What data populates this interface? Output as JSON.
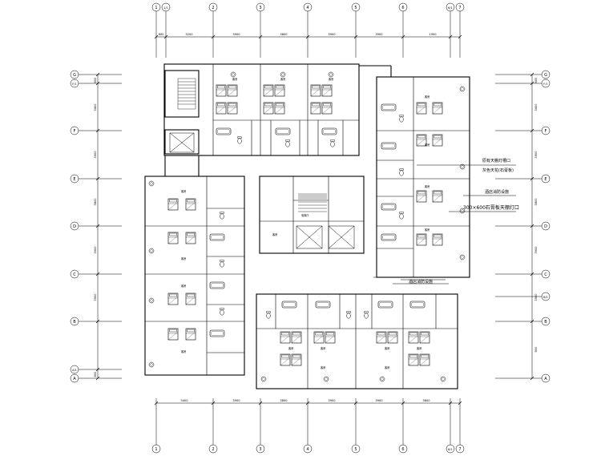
{
  "drawing": {
    "grid_top": [
      "1",
      "1/1",
      "2",
      "3",
      "4",
      "5",
      "6",
      "6/1",
      "7"
    ],
    "grid_bottom": [
      "1",
      "2",
      "3",
      "4",
      "5",
      "6",
      "6/1",
      "7"
    ],
    "grid_left": [
      "G",
      "F/1",
      "F",
      "E",
      "D",
      "C",
      "B",
      "A/1",
      "A"
    ],
    "grid_right": [
      "G",
      "F/1",
      "F",
      "E",
      "D",
      "C",
      "B/1",
      "B",
      "A"
    ],
    "dims_top": [
      "800",
      "3200",
      "3900",
      "3800",
      "3900",
      "3900",
      "1900"
    ],
    "dims_bottom": [
      "3400",
      "3900",
      "3800",
      "3900",
      "3900",
      "3800"
    ],
    "dims_left": [
      "800",
      "3400",
      "3900",
      "3800",
      "3900",
      "3900",
      "800"
    ],
    "dims_right": [
      "800",
      "3400",
      "3900",
      "3800",
      "3900",
      "3900",
      "800"
    ],
    "notes": [
      "原有天棚灯槽口",
      "灰色天花(石膏板)",
      "酒店消防设施",
      "300×600石膏板天棚灯口",
      "酒店消防设施"
    ],
    "room_labels": [
      "客房",
      "客房",
      "客房",
      "客房",
      "客房",
      "客房",
      "客房",
      "客房",
      "客房",
      "客房",
      "客房",
      "客房",
      "电梯厅",
      "客房",
      "客房",
      "客房",
      "客房",
      "客房",
      "客房"
    ]
  }
}
